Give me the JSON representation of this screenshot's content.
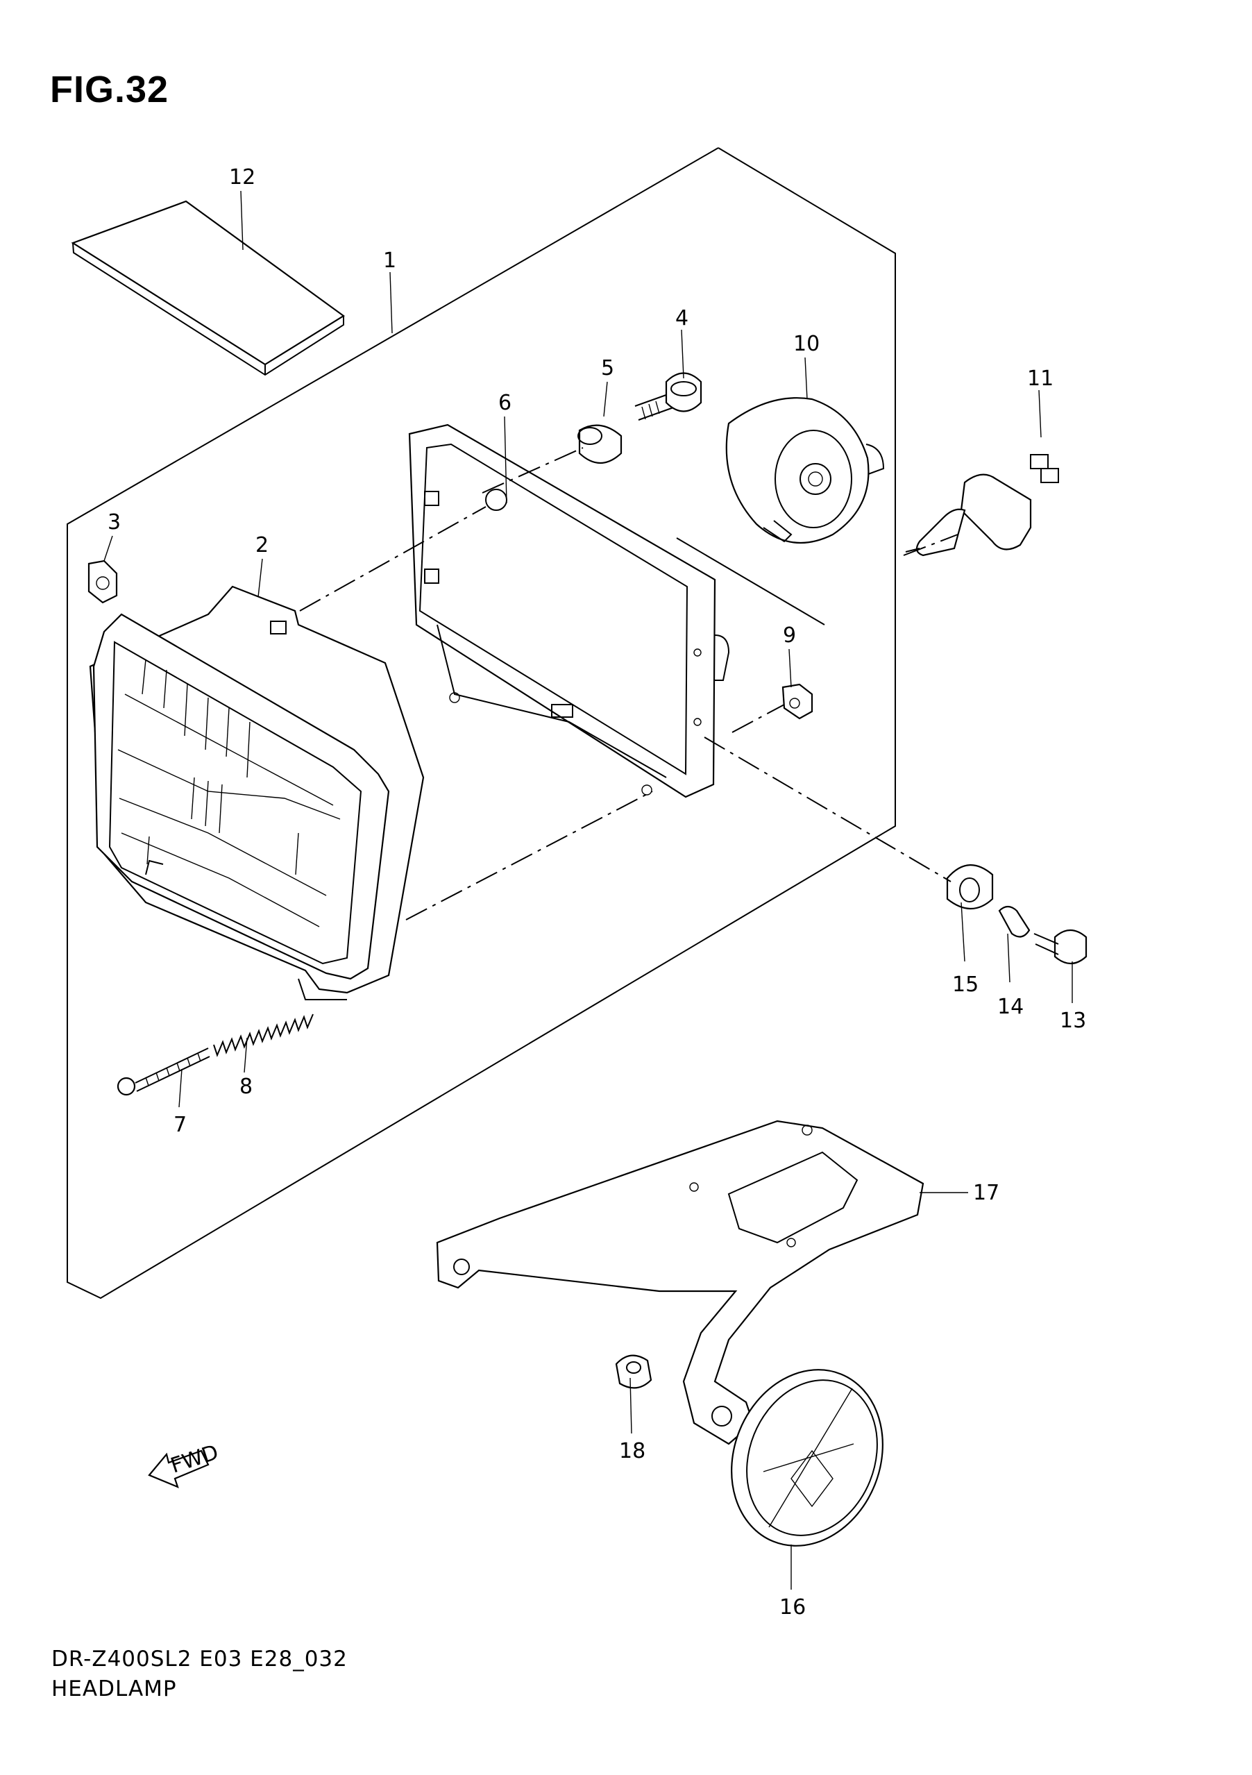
{
  "figure": {
    "title": "FIG.32"
  },
  "footer": {
    "model_code": "DR-Z400SL2 E03 E28_032",
    "section_title": "HEADLAMP"
  },
  "direction_arrow": {
    "label": "FWD"
  },
  "callouts": [
    "1",
    "2",
    "3",
    "4",
    "5",
    "6",
    "7",
    "8",
    "9",
    "10",
    "11",
    "12",
    "13",
    "14",
    "15",
    "16",
    "17",
    "18"
  ]
}
